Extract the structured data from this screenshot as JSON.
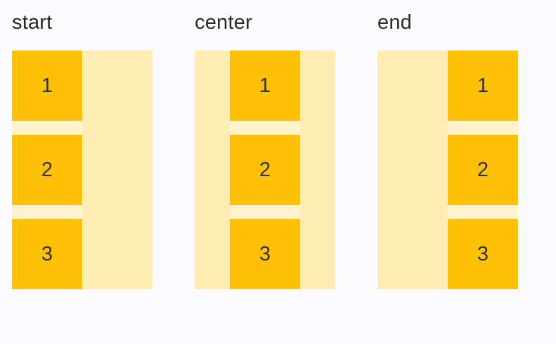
{
  "page": {
    "background_color": "#FBFBFD",
    "description": "CSS alignment demo showing start, center and end alignment of stacked numbered boxes"
  },
  "colors": {
    "item": "#FFC107",
    "container": "#FFECB3",
    "track": "#FFF3CD",
    "label_text": "#2B2B2B",
    "item_text": "#333333"
  },
  "groups": [
    {
      "label": "start",
      "alignment": "start",
      "items": [
        "1",
        "2",
        "3"
      ]
    },
    {
      "label": "center",
      "alignment": "center",
      "items": [
        "1",
        "2",
        "3"
      ]
    },
    {
      "label": "end",
      "alignment": "end",
      "items": [
        "1",
        "2",
        "3"
      ]
    }
  ]
}
